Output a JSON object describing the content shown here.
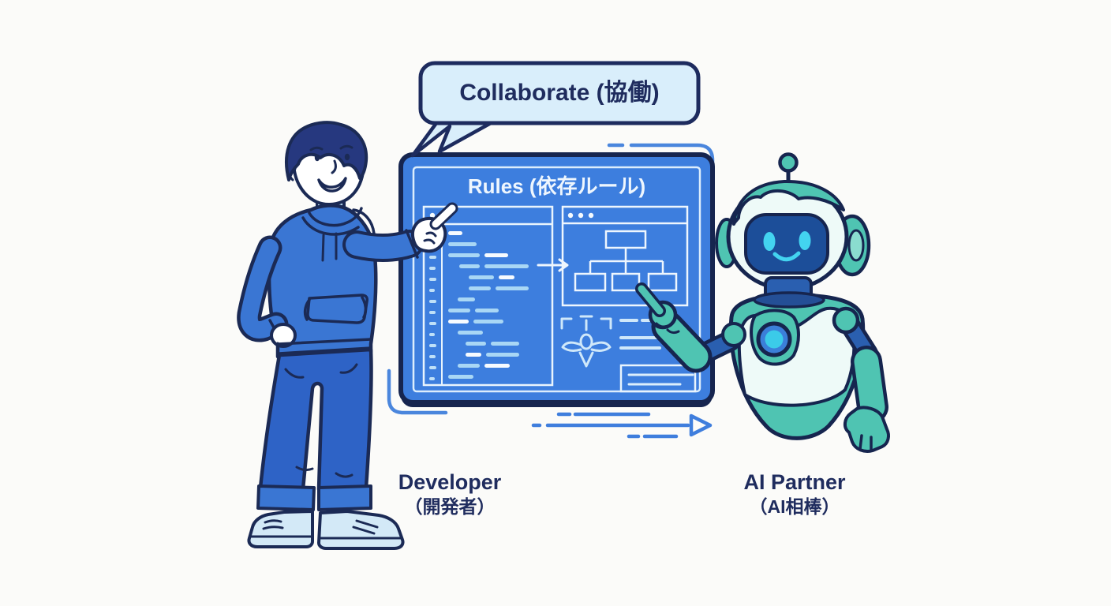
{
  "scene_title": "Developer and AI partner collaborating on dependency rules",
  "speech_bubble": {
    "text": "Collaborate (協働)"
  },
  "board": {
    "title": "Rules (依存ルール)",
    "code_window": {
      "dots": 2,
      "content": "code-listing placeholder lines"
    },
    "flowchart_window": {
      "dots": 3,
      "parent_nodes": 1,
      "child_nodes": 3
    },
    "summary_box_lines": 2
  },
  "figures": {
    "developer": {
      "label": "Developer",
      "label_ja": "（開発者）"
    },
    "ai_partner": {
      "label": "AI Partner",
      "label_ja": "（AI相棒）"
    }
  },
  "icons": {
    "deploy": "deploy-down-arrow-icon",
    "flow_arrow": "right-arrow-icon",
    "motion_arrow": "dashed-right-arrow-icon",
    "window_dots": "window-dots-icon",
    "antenna": "robot-antenna-icon"
  },
  "colors": {
    "background": "#fbfbf9",
    "outline": "#1b2a55",
    "board_blue": "#3d7ede",
    "board_white_lines": "#e9f4fd",
    "code_line_blue": "#a9d7f5",
    "bubble_fill": "#d9eefb",
    "hoodie_blue": "#3a76d3",
    "jeans_blue": "#2e63c6",
    "shoe_blue": "#d3e9f7",
    "robot_teal": "#4fc4b2",
    "robot_white": "#eefaf8",
    "screen_navy": "#1c4e99",
    "cyan": "#43d4f0",
    "arm_blue": "#2a5fb0",
    "arrow_blue": "#3f7edd"
  }
}
